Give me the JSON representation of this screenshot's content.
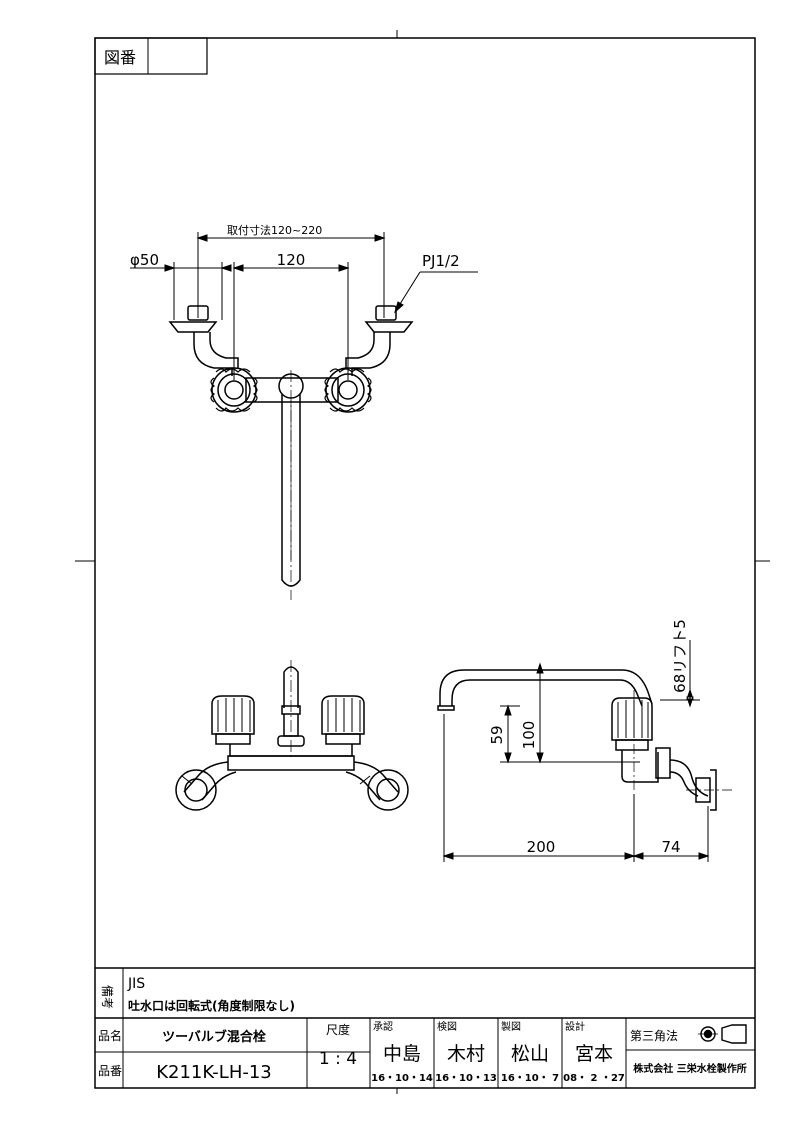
{
  "title_block": {
    "drawing_number_label": "図番",
    "drawing_number_value": "",
    "remarks_label": "備考",
    "remarks_line1": "JIS",
    "remarks_line2": "吐水口は回転式(角度制限なし)",
    "product_name_label": "品名",
    "product_name": "ツーバルブ混合栓",
    "product_number_label": "品番",
    "product_number": "K211K-LH-13",
    "scale_label": "尺度",
    "scale": "1 : 4",
    "approval_label": "承認",
    "approval_name": "中島",
    "approval_date": "16・10・14",
    "check_label": "検図",
    "check_name": "木村",
    "check_date": "16・10・13",
    "draft_label": "製図",
    "draft_name": "松山",
    "draft_date": "16・10・ 7",
    "design_label": "設計",
    "design_name": "宮本",
    "design_date": "08・ 2 ・27",
    "projection_label": "第三角法",
    "company": "株式会社 三栄水栓製作所"
  },
  "dimensions": {
    "mount_range": "取付寸法120~220",
    "dia": "φ50",
    "pitch": "120",
    "thread": "PJ1/2",
    "h59": "59",
    "h100": "100",
    "lift": "68リフト5",
    "w200": "200",
    "w74": "74"
  }
}
